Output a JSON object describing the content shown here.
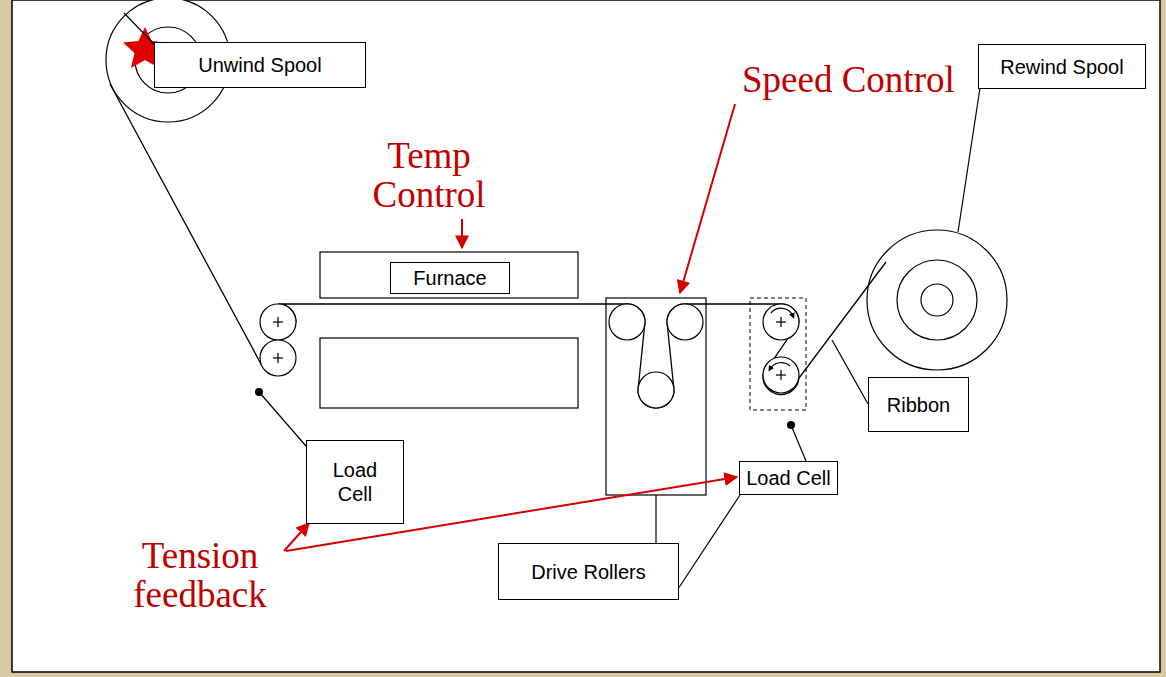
{
  "diagram": {
    "nodes": [
      {
        "text": [
          "Unwind Spool"
        ]
      },
      {
        "text": [
          "Rewind Spool"
        ]
      },
      {
        "text": [
          "Furnace"
        ]
      },
      {
        "text": [
          "Ribbon"
        ]
      },
      {
        "text": [
          "Load Cell"
        ]
      },
      {
        "text": [
          "Load Cell"
        ]
      },
      {
        "text": [
          "Drive Rollers"
        ]
      }
    ],
    "edges": [
      {
        "from": 6,
        "to": 5,
        "arrow": "none"
      }
    ],
    "labels": [
      "Temp Control",
      "Speed Control",
      "Tension feedback"
    ]
  }
}
